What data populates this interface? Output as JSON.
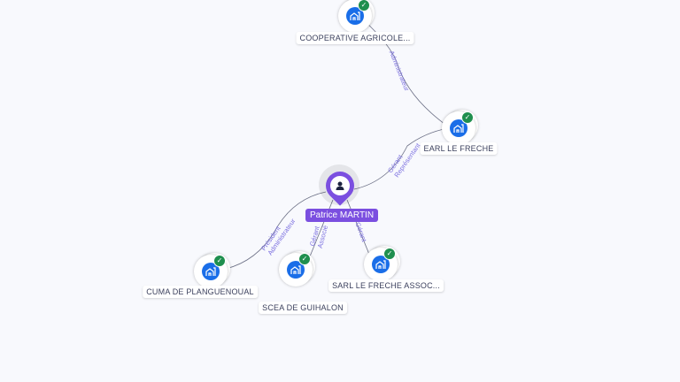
{
  "person": {
    "name": "Patrice MARTIN",
    "icon": "person-icon"
  },
  "companies": [
    {
      "name": "COOPERATIVE AGRICOLE...",
      "icon": "building-icon",
      "verified": true
    },
    {
      "name": "EARL LE FRECHE",
      "icon": "building-icon",
      "verified": true
    },
    {
      "name": "CUMA DE PLANGUENOUAL",
      "icon": "building-icon",
      "verified": true
    },
    {
      "name": "SCEA DE GUIHALON",
      "icon": "building-icon",
      "verified": true
    },
    {
      "name": "SARL LE FRECHE ASSOC...",
      "icon": "building-icon",
      "verified": true
    }
  ],
  "edges": {
    "coop_earl": "Administrateur",
    "person_earl_1": "Gérant",
    "person_earl_2": "Représentant",
    "person_cuma_1": "Président",
    "person_cuma_2": "Administrateur",
    "person_scea_1": "Gérant",
    "person_scea_2": "Associé",
    "person_sarl": "Gérant"
  },
  "colors": {
    "accent": "#7b4fe0",
    "node": "#1a6ee8",
    "verified": "#1f8f4e"
  }
}
